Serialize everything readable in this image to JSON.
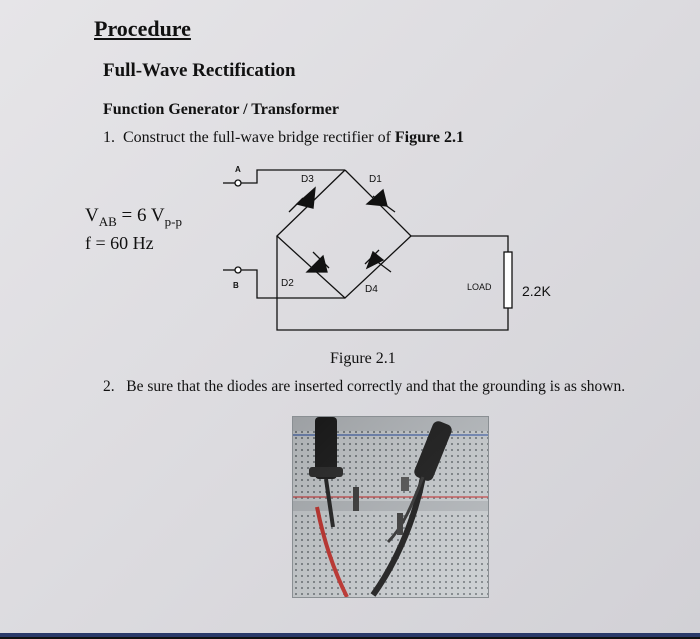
{
  "heading": "Procedure",
  "section_title": "Full-Wave Rectification",
  "subsection_title": "Function Generator / Transformer",
  "step1": {
    "number": "1.",
    "text": "Construct the full-wave bridge rectifier of ",
    "figure_ref": "Figure 2.1"
  },
  "source_specs": {
    "voltage_symbol": "V",
    "voltage_subscript": "AB",
    "voltage_value": " = 6 V",
    "voltage_unit_subscript": "p-p",
    "frequency": "f = 60 Hz"
  },
  "circuit": {
    "node_a": "A",
    "node_b": "B",
    "diodes": [
      "D3",
      "D1",
      "D2",
      "D4"
    ],
    "load_label": "LOAD",
    "load_value": "2.2K"
  },
  "figure_caption": "Figure 2.1",
  "step2": {
    "number": "2.",
    "text": "Be sure that the diodes are inserted correctly and that the grounding is as shown."
  },
  "colors": {
    "page": "#e0dfe3",
    "ink": "#111111",
    "bottom_bar": "#2a3a6a"
  }
}
